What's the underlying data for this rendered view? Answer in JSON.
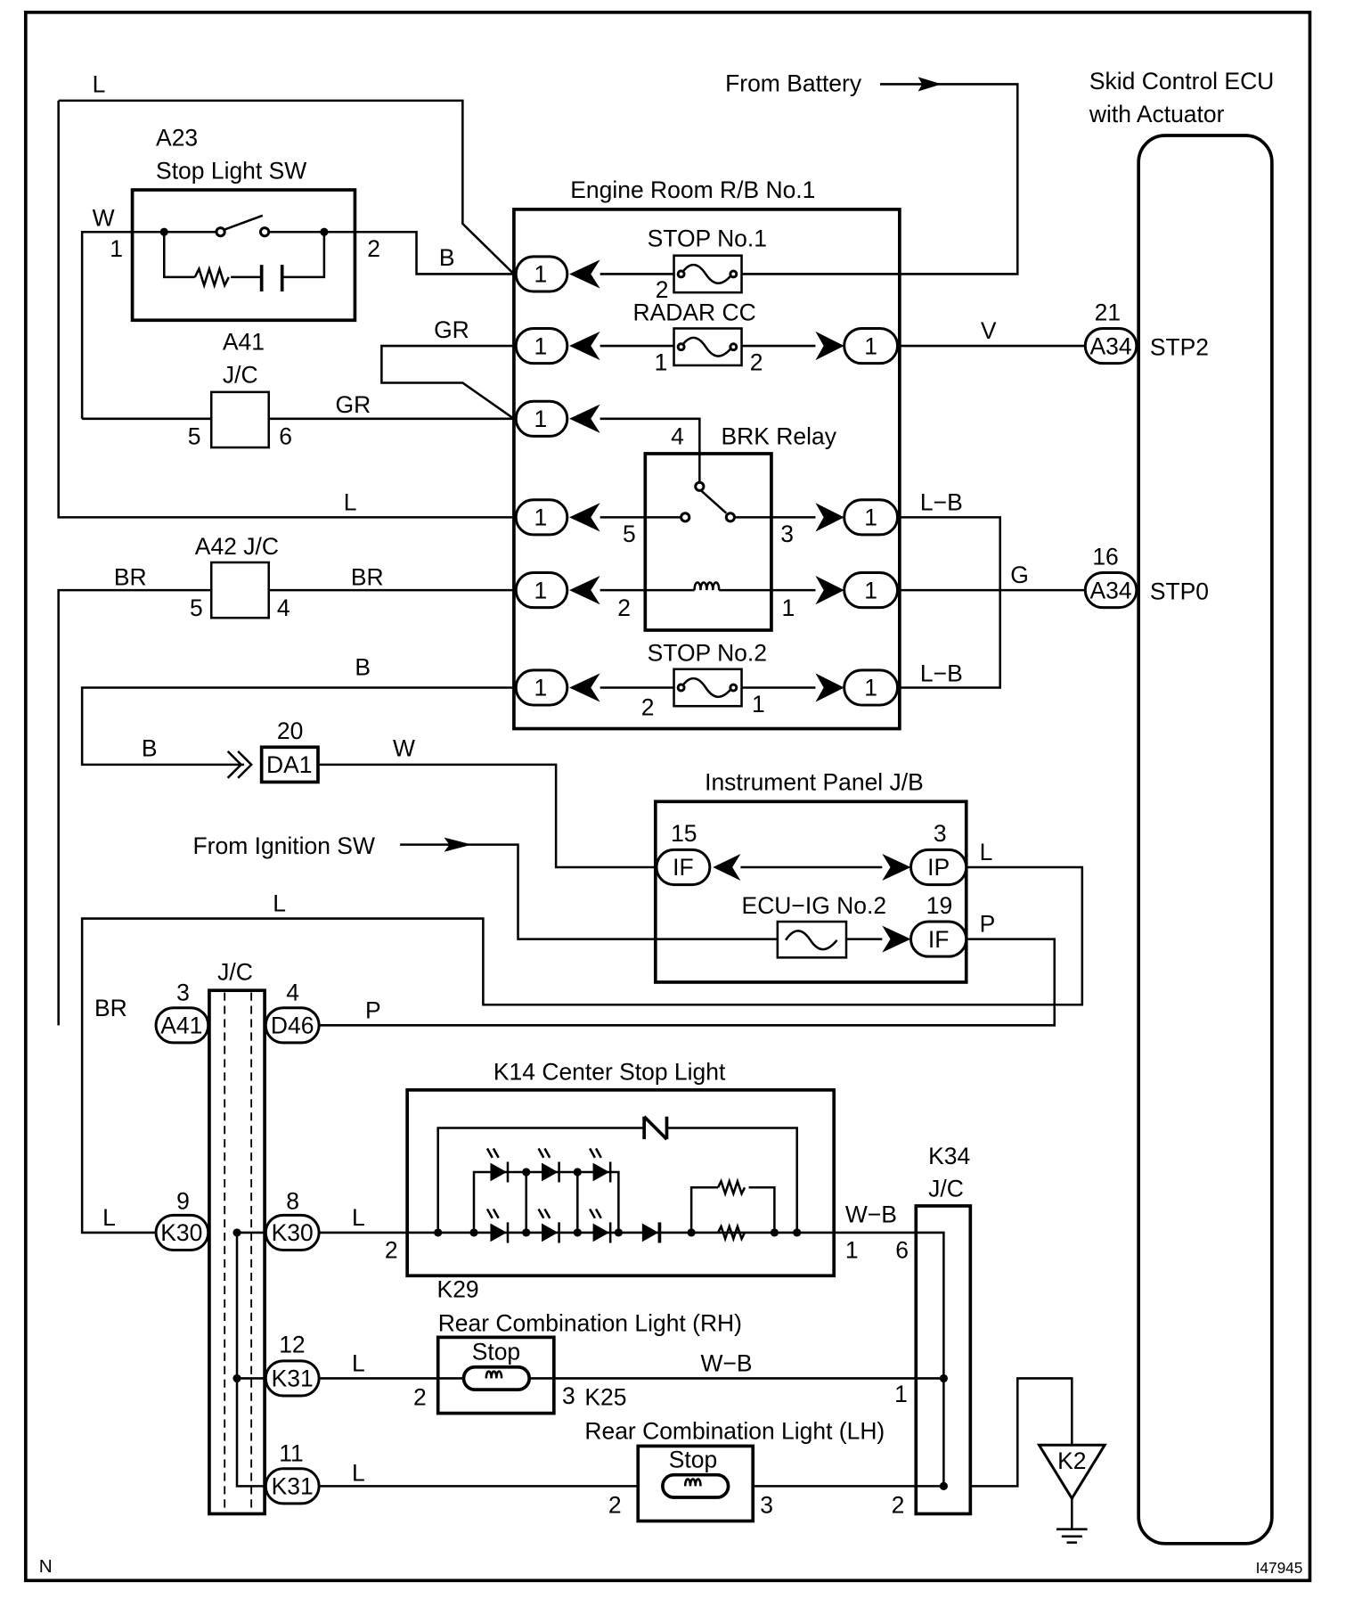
{
  "frame": {
    "corner_mark": "N",
    "figure_id": "I47945"
  },
  "sources": {
    "battery": "From Battery",
    "ignition": "From Ignition SW"
  },
  "wires": {
    "L": "L",
    "W": "W",
    "B": "B",
    "GR": "GR",
    "BR": "BR",
    "V": "V",
    "LB": "L−B",
    "G": "G",
    "P": "P",
    "WB": "W−B"
  },
  "ecu": {
    "line1": "Skid Control ECU",
    "line2": "with Actuator",
    "connector": "A34",
    "stp2_pin": "21",
    "stp2": "STP2",
    "stp0_pin": "16",
    "stp0": "STP0"
  },
  "stop_light_sw": {
    "code": "A23",
    "name": "Stop Light SW",
    "pin1": "1",
    "pin2": "2"
  },
  "a41_jc": {
    "code": "A41",
    "name": "J/C",
    "pin_in": "5",
    "pin_out": "6"
  },
  "a42_jc": {
    "name": "A42 J/C",
    "pin_in": "5",
    "pin_out": "4"
  },
  "relay_block": {
    "title": "Engine Room R/B No.1",
    "terminal": "1",
    "stop1": {
      "name": "STOP No.1",
      "pin": "2"
    },
    "radar": {
      "name": "RADAR CC",
      "pin_a": "1",
      "pin_b": "2"
    },
    "brk_relay": {
      "name": "BRK Relay",
      "pin4": "4",
      "pin5": "5",
      "pin3": "3",
      "pin2": "2",
      "pin1": "1"
    },
    "stop2": {
      "name": "STOP No.2",
      "pin_a": "2",
      "pin_b": "1"
    }
  },
  "da1": {
    "code": "DA1",
    "pin": "20"
  },
  "ip_jb": {
    "title": "Instrument Panel J/B",
    "if_conn": "IF",
    "if_pin15": "15",
    "ip_conn": "IP",
    "ip_pin3": "3",
    "fuse": "ECU−IG No.2",
    "if_pin19": "19"
  },
  "jc_bar": {
    "name": "J/C",
    "a41": "A41",
    "a41_pin": "3",
    "d46": "D46",
    "d46_pin": "4",
    "k30": "K30",
    "k30_pin_l": "9",
    "k30_pin_r": "8",
    "k31": "K31",
    "k31_pin_a": "12",
    "k31_pin_b": "11"
  },
  "k14": {
    "title": "K14 Center Stop Light",
    "code": "K29",
    "pin_in": "2",
    "pin_out": "1",
    "diode_label": "N"
  },
  "k34_jc": {
    "code": "K34",
    "name": "J/C",
    "pin6": "6",
    "pin1": "1",
    "pin2": "2"
  },
  "rh_light": {
    "title": "Rear Combination Light (RH)",
    "bulb": "Stop",
    "pin_in": "2",
    "pin_out": "3",
    "code": "K25"
  },
  "lh_light": {
    "title": "Rear Combination Light (LH)",
    "bulb": "Stop",
    "pin_in": "2",
    "pin_out": "3"
  },
  "ground": {
    "code": "K2"
  }
}
